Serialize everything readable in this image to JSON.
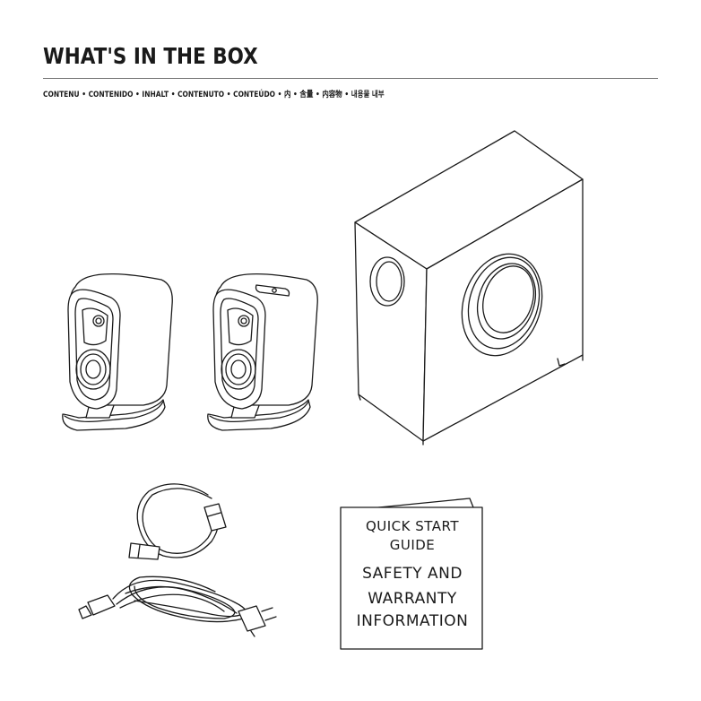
{
  "header": {
    "title": "WHAT'S IN THE BOX",
    "subtitle": "CONTENU • CONTENIDO • INHALT • CONTENUTO • CONTEÚDO • 内 • 含量 • 内容物 • 내용물 내부"
  },
  "booklet": {
    "quick_start_line1": "QUICK START",
    "quick_start_line2": "GUIDE",
    "safety_line1": "SAFETY AND",
    "safety_line2": "WARRANTY",
    "safety_line3": "INFORMATION"
  },
  "items": {
    "left_speaker": "speaker-illustration",
    "right_speaker": "speaker-illustration",
    "subwoofer": "subwoofer-illustration",
    "speaker_cable": "cable-illustration",
    "power_cord": "power-cord-illustration",
    "booklet": "booklet-illustration"
  },
  "colors": {
    "line": "#1a1a1a",
    "rule": "#777777",
    "background": "#ffffff"
  }
}
